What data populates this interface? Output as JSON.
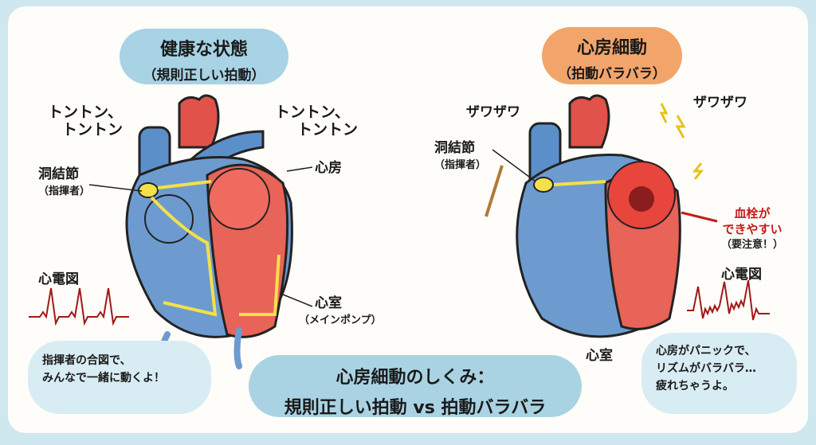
{
  "healthy": {
    "title": "健康な状態",
    "subtitle": "（規則正しい拍動）",
    "sound_left": [
      "トントン、",
      "トントン"
    ],
    "sound_right": [
      "トントン、",
      "トントン"
    ],
    "sa_node": "洞結節",
    "sa_node_role": "（指揮者）",
    "atrium": "心房",
    "ventricle": "心室",
    "ventricle_role": "（メインポンプ）",
    "ecg": "心電図",
    "bubble": [
      "指揮者の合図で、",
      "みんなで一緒に動くよ！"
    ]
  },
  "afib": {
    "title": "心房細動",
    "subtitle": "（拍動バラバラ）",
    "sound_left": "ザワザワ",
    "sound_right": "ザワザワ",
    "sa_node": "洞結節",
    "sa_node_role": "（指揮者）",
    "clot": [
      "血栓が",
      "できやすい",
      "（要注意！）"
    ],
    "ventricle": "心室",
    "ecg": "心電図",
    "bubble": [
      "心房がパニックで、",
      "リズムがバラバラ…",
      "疲れちゃうよ。"
    ]
  },
  "center": {
    "line1": "心房細動のしくみ：",
    "line2": "規則正しい拍動 vs 拍動バラバラ"
  },
  "colors": {
    "blue": "#5b8fc9",
    "red": "#e0524a",
    "yellow": "#f3e04a",
    "ecg": "#a01818"
  }
}
